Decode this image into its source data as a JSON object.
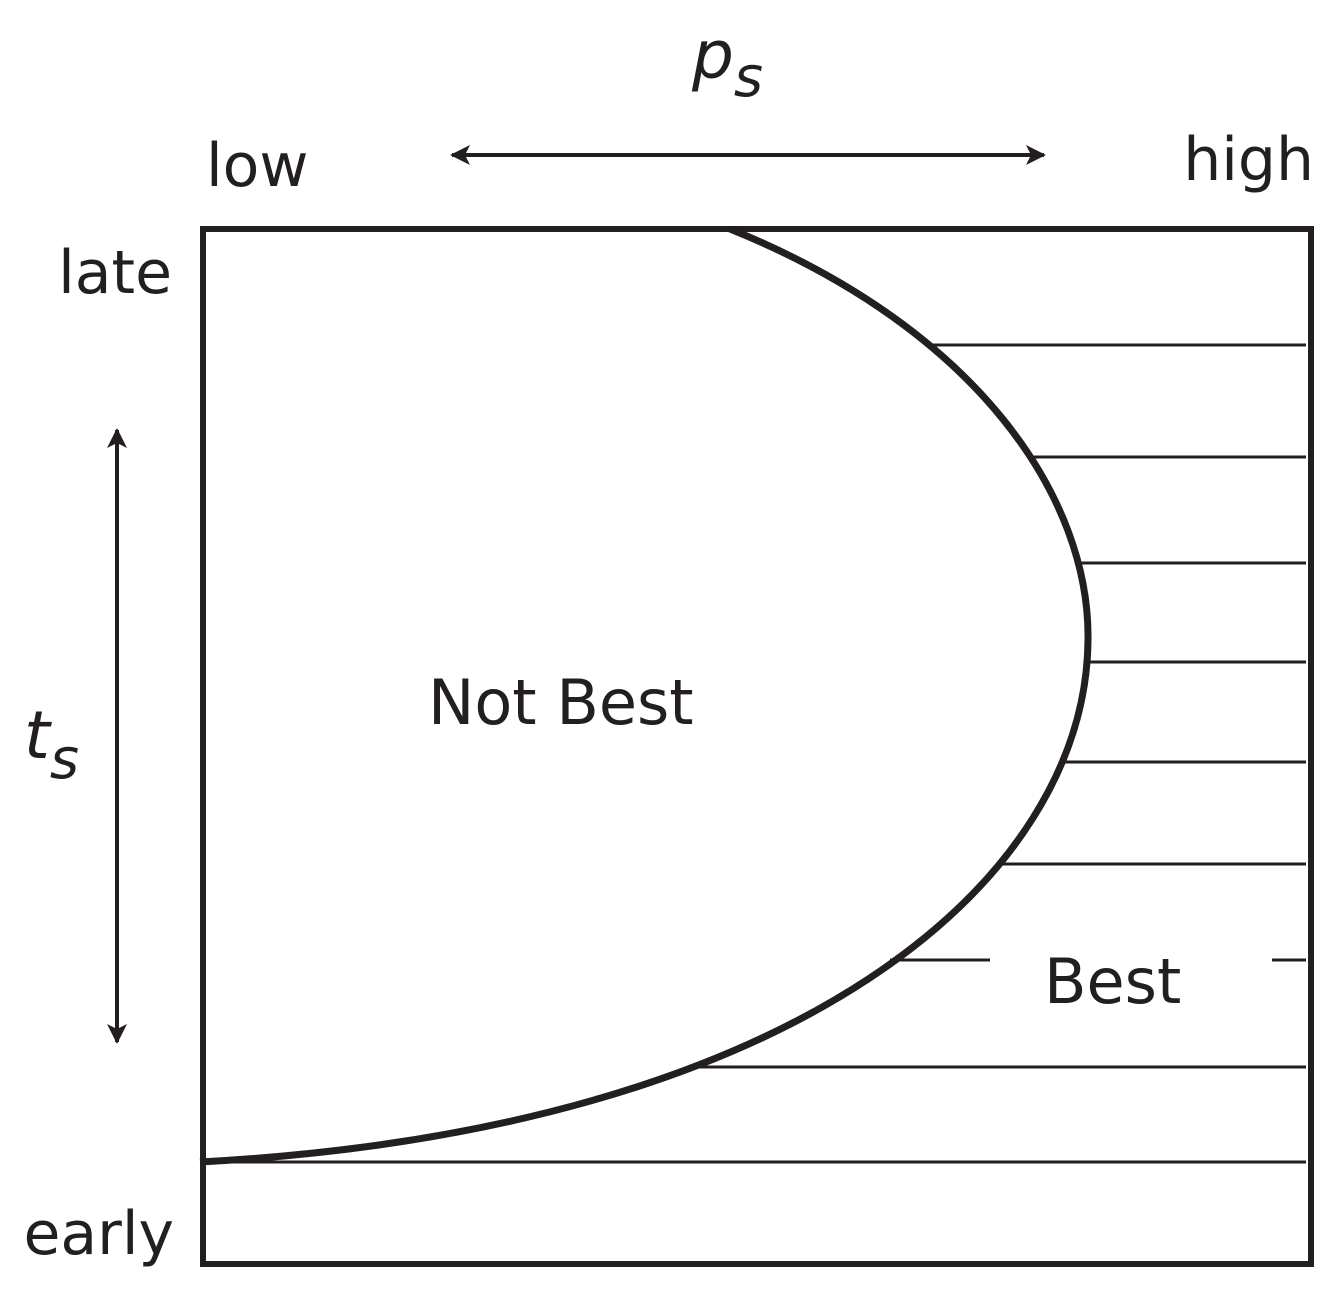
{
  "diagram": {
    "x_axis": {
      "variable": "p",
      "subscript": "s",
      "low_label": "low",
      "high_label": "high"
    },
    "y_axis": {
      "variable": "t",
      "subscript": "s",
      "top_label": "late",
      "bottom_label": "early"
    },
    "regions": {
      "left": "Not Best",
      "right": "Best"
    },
    "colors": {
      "ink": "#231f20",
      "background": "#ffffff"
    }
  }
}
